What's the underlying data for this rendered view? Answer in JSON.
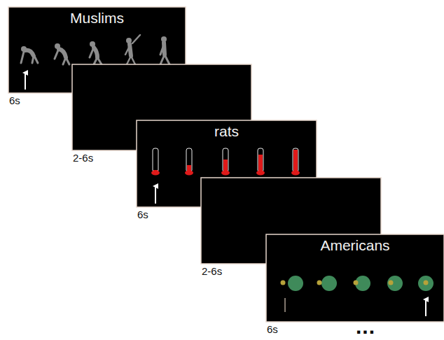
{
  "diagram": {
    "nodes": [
      {
        "text": [
          "Muslims",
          "6s"
        ]
      },
      {
        "text": [
          "2-6s"
        ]
      },
      {
        "text": [
          "rats",
          "6s"
        ]
      },
      {
        "text": [
          "2-6s"
        ]
      },
      {
        "text": [
          "Americans",
          "6s"
        ]
      }
    ],
    "labels": [
      "..."
    ]
  }
}
